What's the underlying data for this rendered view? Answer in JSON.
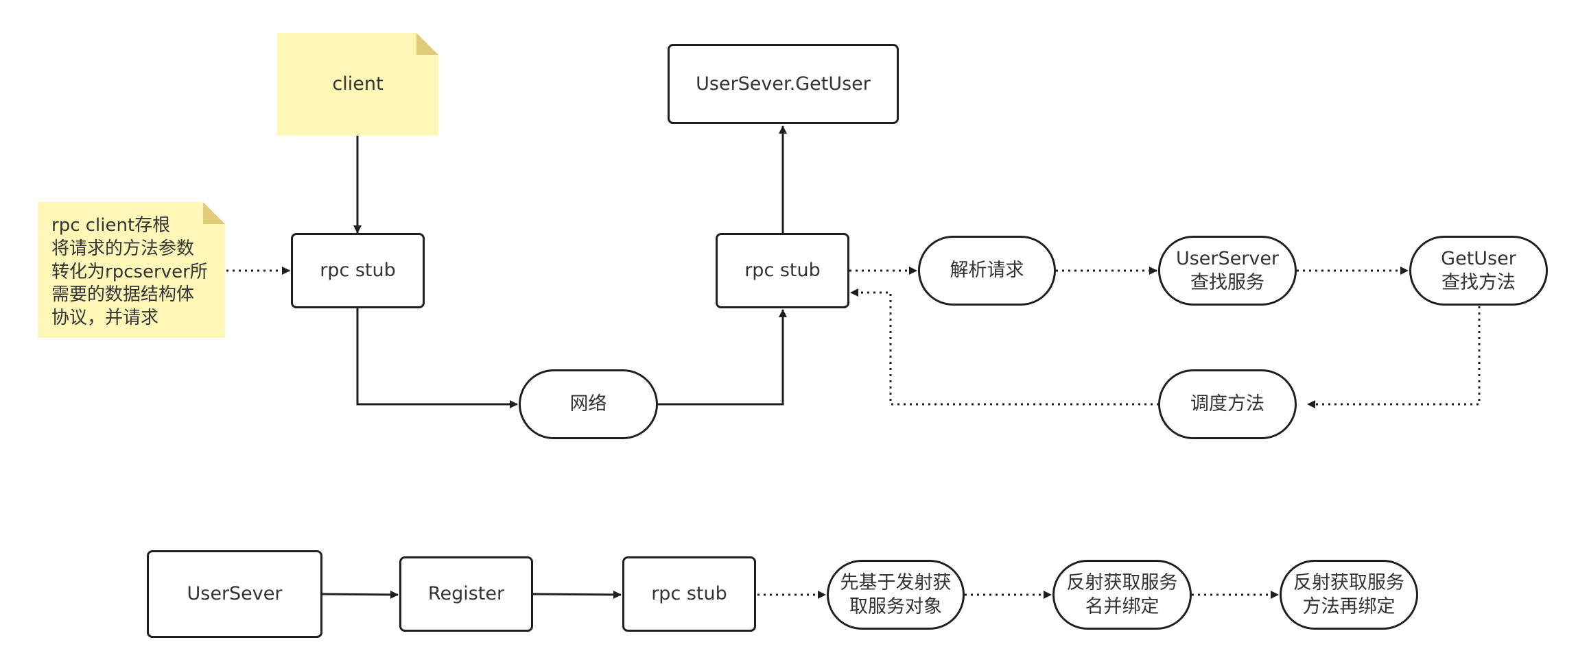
{
  "diagram": {
    "notes": {
      "client": "client",
      "rpc_client_desc": "rpc client存根\n将请求的方法参数\n转化为rpcserver所\n需要的数据结构体\n协议，并请求"
    },
    "nodes": {
      "client_stub": "rpc stub",
      "network": "网络",
      "server_stub": "rpc stub",
      "user_sever_getuser": "UserSever.GetUser",
      "parse_request": "解析请求",
      "find_service": "UserServer\n查找服务",
      "find_method": "GetUser\n查找方法",
      "invoke_method": "调度方法",
      "user_sever": "UserSever",
      "register": "Register",
      "register_stub": "rpc stub",
      "reflect_object": "先基于发射获\n取服务对象",
      "bind_service": "反射获取服务\n名并绑定",
      "bind_method": "反射获取服务\n方法再绑定"
    },
    "colors": {
      "note_fill": "#fff7b8",
      "note_fold": "#e0cc78",
      "stroke": "#1f1f1f",
      "text": "#333333"
    }
  }
}
